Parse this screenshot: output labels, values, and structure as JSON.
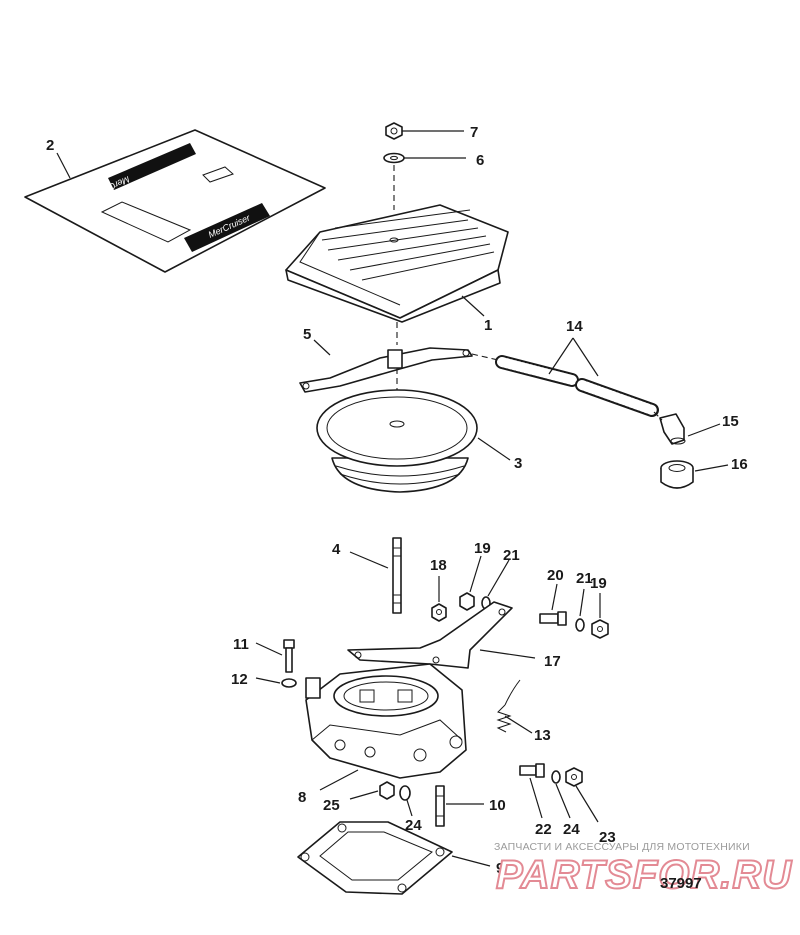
{
  "callouts": [
    {
      "id": "1",
      "label": "1"
    },
    {
      "id": "2",
      "label": "2"
    },
    {
      "id": "3",
      "label": "3"
    },
    {
      "id": "4",
      "label": "4"
    },
    {
      "id": "5",
      "label": "5"
    },
    {
      "id": "6",
      "label": "6"
    },
    {
      "id": "7",
      "label": "7"
    },
    {
      "id": "8",
      "label": "8"
    },
    {
      "id": "9",
      "label": "9"
    },
    {
      "id": "10",
      "label": "10"
    },
    {
      "id": "11",
      "label": "11"
    },
    {
      "id": "12",
      "label": "12"
    },
    {
      "id": "13",
      "label": "13"
    },
    {
      "id": "14",
      "label": "14"
    },
    {
      "id": "15",
      "label": "15"
    },
    {
      "id": "16",
      "label": "16"
    },
    {
      "id": "17",
      "label": "17"
    },
    {
      "id": "18",
      "label": "18"
    },
    {
      "id": "19a",
      "label": "19"
    },
    {
      "id": "19b",
      "label": "19"
    },
    {
      "id": "20",
      "label": "20"
    },
    {
      "id": "21a",
      "label": "21"
    },
    {
      "id": "21b",
      "label": "21"
    },
    {
      "id": "22",
      "label": "22"
    },
    {
      "id": "23",
      "label": "23"
    },
    {
      "id": "24a",
      "label": "24"
    },
    {
      "id": "24b",
      "label": "24"
    },
    {
      "id": "25",
      "label": "25"
    }
  ],
  "decal_text": {
    "left": "MerCruiser",
    "right": "MerCruiser"
  },
  "figure_number": "37997",
  "watermark": {
    "tagline": "ЗАПЧАСТИ И АКСЕССУАРЫ ДЛЯ МОТОТЕХНИКИ",
    "logo": "PARTSFOR.RU"
  },
  "colors": {
    "line": "#1a1a1a",
    "watermark_logo": "#e38a94",
    "watermark_text": "#9a9a9a"
  }
}
